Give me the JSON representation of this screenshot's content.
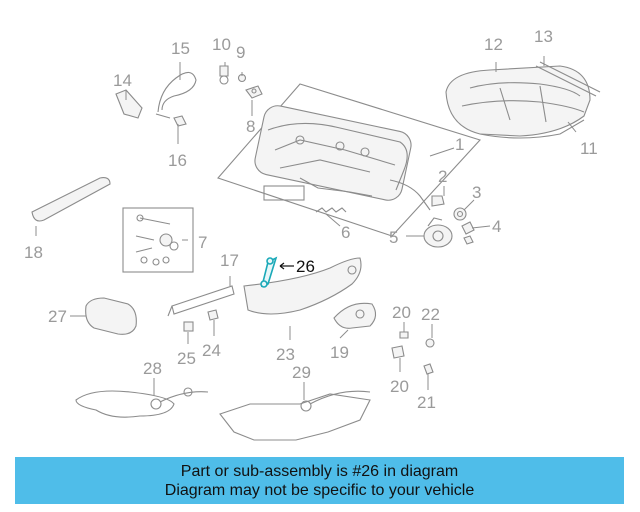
{
  "callouts": [
    {
      "id": "1",
      "label": "1"
    },
    {
      "id": "2",
      "label": "2"
    },
    {
      "id": "3",
      "label": "3"
    },
    {
      "id": "4",
      "label": "4"
    },
    {
      "id": "5",
      "label": "5"
    },
    {
      "id": "6",
      "label": "6"
    },
    {
      "id": "7",
      "label": "7"
    },
    {
      "id": "8",
      "label": "8"
    },
    {
      "id": "9",
      "label": "9"
    },
    {
      "id": "10",
      "label": "10"
    },
    {
      "id": "11",
      "label": "11"
    },
    {
      "id": "12",
      "label": "12"
    },
    {
      "id": "13",
      "label": "13"
    },
    {
      "id": "14",
      "label": "14"
    },
    {
      "id": "15",
      "label": "15"
    },
    {
      "id": "16",
      "label": "16"
    },
    {
      "id": "17",
      "label": "17"
    },
    {
      "id": "18",
      "label": "18"
    },
    {
      "id": "19",
      "label": "19"
    },
    {
      "id": "20a",
      "label": "20"
    },
    {
      "id": "20b",
      "label": "20"
    },
    {
      "id": "21",
      "label": "21"
    },
    {
      "id": "22",
      "label": "22"
    },
    {
      "id": "23",
      "label": "23"
    },
    {
      "id": "24",
      "label": "24"
    },
    {
      "id": "25",
      "label": "25"
    },
    {
      "id": "26",
      "label": "26"
    },
    {
      "id": "27",
      "label": "27"
    },
    {
      "id": "28",
      "label": "28"
    },
    {
      "id": "29",
      "label": "29"
    }
  ],
  "highlighted_part": "26",
  "colors": {
    "banner_bg": "#4fbde9",
    "highlight_part": "#1aa9b8",
    "diagram_line": "#8c8c8c"
  },
  "banner": {
    "line1": "Part or sub-assembly is #26 in diagram",
    "line2": "Diagram may not be specific to your vehicle"
  }
}
